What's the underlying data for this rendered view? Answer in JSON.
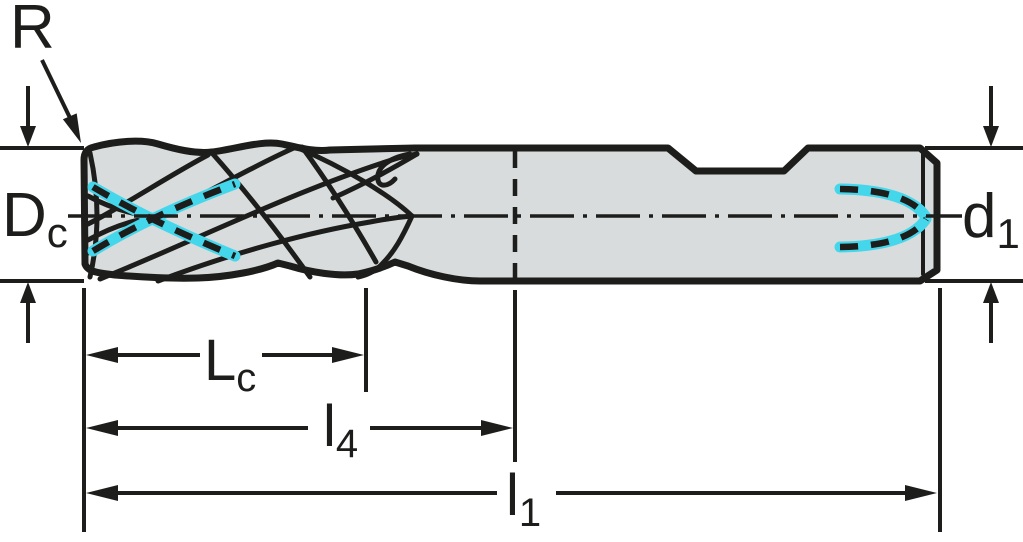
{
  "diagram": {
    "title": "End mill dimension drawing",
    "labels": {
      "corner_radius": "R",
      "cutting_diameter": {
        "base": "D",
        "sub": "c"
      },
      "shank_diameter": {
        "base": "d",
        "sub": "1"
      },
      "cutting_length": {
        "base": "L",
        "sub": "c"
      },
      "intermediate_length": {
        "base": "l",
        "sub": "4"
      },
      "overall_length": {
        "base": "l",
        "sub": "1"
      }
    },
    "colors": {
      "background": "#ffffff",
      "body_fill": "#d8dcdd",
      "line": "#1d1d1b",
      "coolant_highlight": "#44d7eb"
    }
  }
}
